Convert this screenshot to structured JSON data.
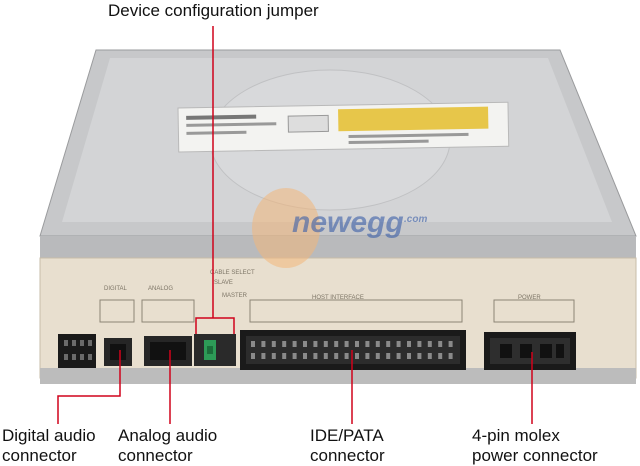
{
  "labels": {
    "jumper": "Device configuration jumper",
    "digital_line1": "Digital audio",
    "digital_line2": "connector",
    "analog_line1": "Analog audio",
    "analog_line2": "connector",
    "ide_line1": "IDE/PATA",
    "ide_line2": "connector",
    "molex_line1": "4-pin molex",
    "molex_line2": "power connector"
  },
  "watermark": {
    "brand": "newegg",
    "suffix": ".com"
  },
  "panel_text": {
    "digital": "DIGITAL",
    "analog": "ANALOG",
    "cable_select": "CABLE SELECT",
    "slave": "SLAVE",
    "master": "MASTER",
    "host_interface": "HOST INTERFACE",
    "power": "POWER"
  },
  "colors": {
    "callout": "#d0021b",
    "chassis_top": "#c9cacc",
    "bezel": "#e8dfcf",
    "connector": "#1a1a1a",
    "jumper": "#2d9b57"
  }
}
